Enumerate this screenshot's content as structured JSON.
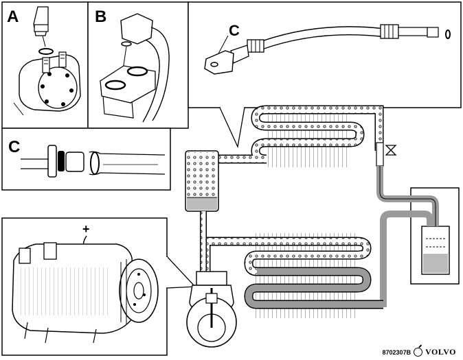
{
  "panels": {
    "a_label": "A",
    "b_label": "B",
    "c_label": "C",
    "c_callout_label": "C",
    "plus_label": "+"
  },
  "footer": {
    "code": "8702307B",
    "brand": "VOLVO"
  }
}
